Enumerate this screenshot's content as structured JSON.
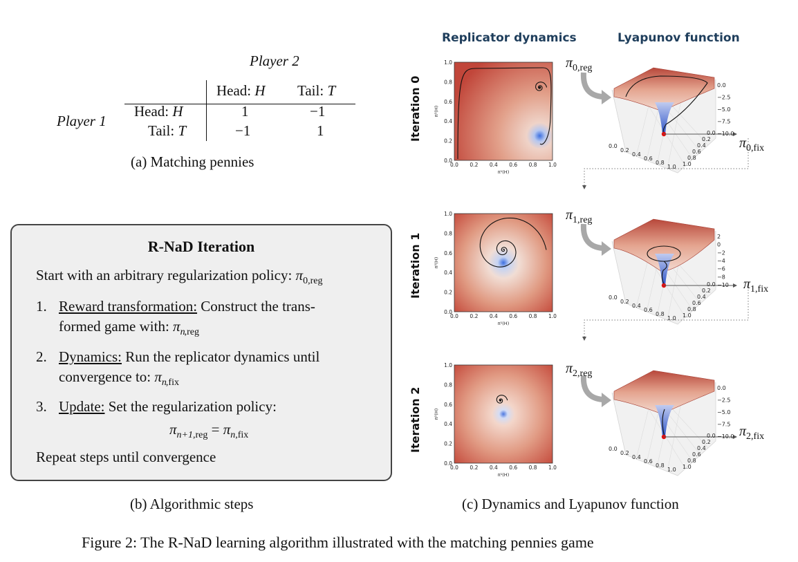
{
  "figure_caption": "Figure 2: The R-NaD learning algorithm illustrated with the matching pennies game",
  "panel_a": {
    "player2_label": "Player 2",
    "player1_label": "Player 1",
    "col_headers": [
      "Head: H",
      "Tail: T"
    ],
    "row_headers": [
      "Head: H",
      "Tail: T"
    ],
    "payoffs": [
      [
        "1",
        "−1"
      ],
      [
        "−1",
        "1"
      ]
    ],
    "caption": "(a) Matching pennies"
  },
  "panel_b": {
    "title": "R-NaD Iteration",
    "start_text": "Start with an arbitrary regularization policy:",
    "start_symbol": "π0,reg",
    "steps": [
      {
        "num": "1.",
        "head": "Reward transformation:",
        "text": "Construct the trans-",
        "text2": "formed game with:",
        "symbol": "πn,reg"
      },
      {
        "num": "2.",
        "head": "Dynamics:",
        "text": "Run the replicator dynamics until",
        "text2": "convergence to:",
        "symbol": "πn,fix"
      },
      {
        "num": "3.",
        "head": "Update:",
        "text": "Set the regularization policy:",
        "formula": "πn+1,reg = πn,fix"
      }
    ],
    "repeat_text": "Repeat steps until convergence",
    "caption": "(b) Algorithmic steps"
  },
  "panel_c": {
    "col_header_left": "Replicator dynamics",
    "col_header_right": "Lyapunov function",
    "iterations": [
      "Iteration 0",
      "Iteration 1",
      "Iteration 2"
    ],
    "reg_labels": [
      "π0,reg",
      "π1,reg",
      "π2,reg"
    ],
    "fix_labels": [
      "π0,fix",
      "π1,fix",
      "π2,fix"
    ],
    "xlabel": "π¹(H)",
    "ylabel": "π²(H)",
    "tick_labels": [
      "0.0",
      "0.2",
      "0.4",
      "0.6",
      "0.8",
      "1.0"
    ],
    "z_ticks": [
      [
        "0.0",
        "−2.5",
        "−5.0",
        "−7.5",
        "−10.0"
      ],
      [
        "2",
        "0",
        "−2",
        "−4",
        "−6",
        "−8",
        "−10"
      ],
      [
        "0.0",
        "−2.5",
        "−5.0",
        "−7.5",
        "−10.0"
      ]
    ],
    "caption": "(c) Dynamics and Lyapunov function",
    "colors": {
      "warm": "#c9533f",
      "cool": "#4a6fd8",
      "header": "#1f3e5c",
      "fix_point": "#e01010"
    }
  }
}
